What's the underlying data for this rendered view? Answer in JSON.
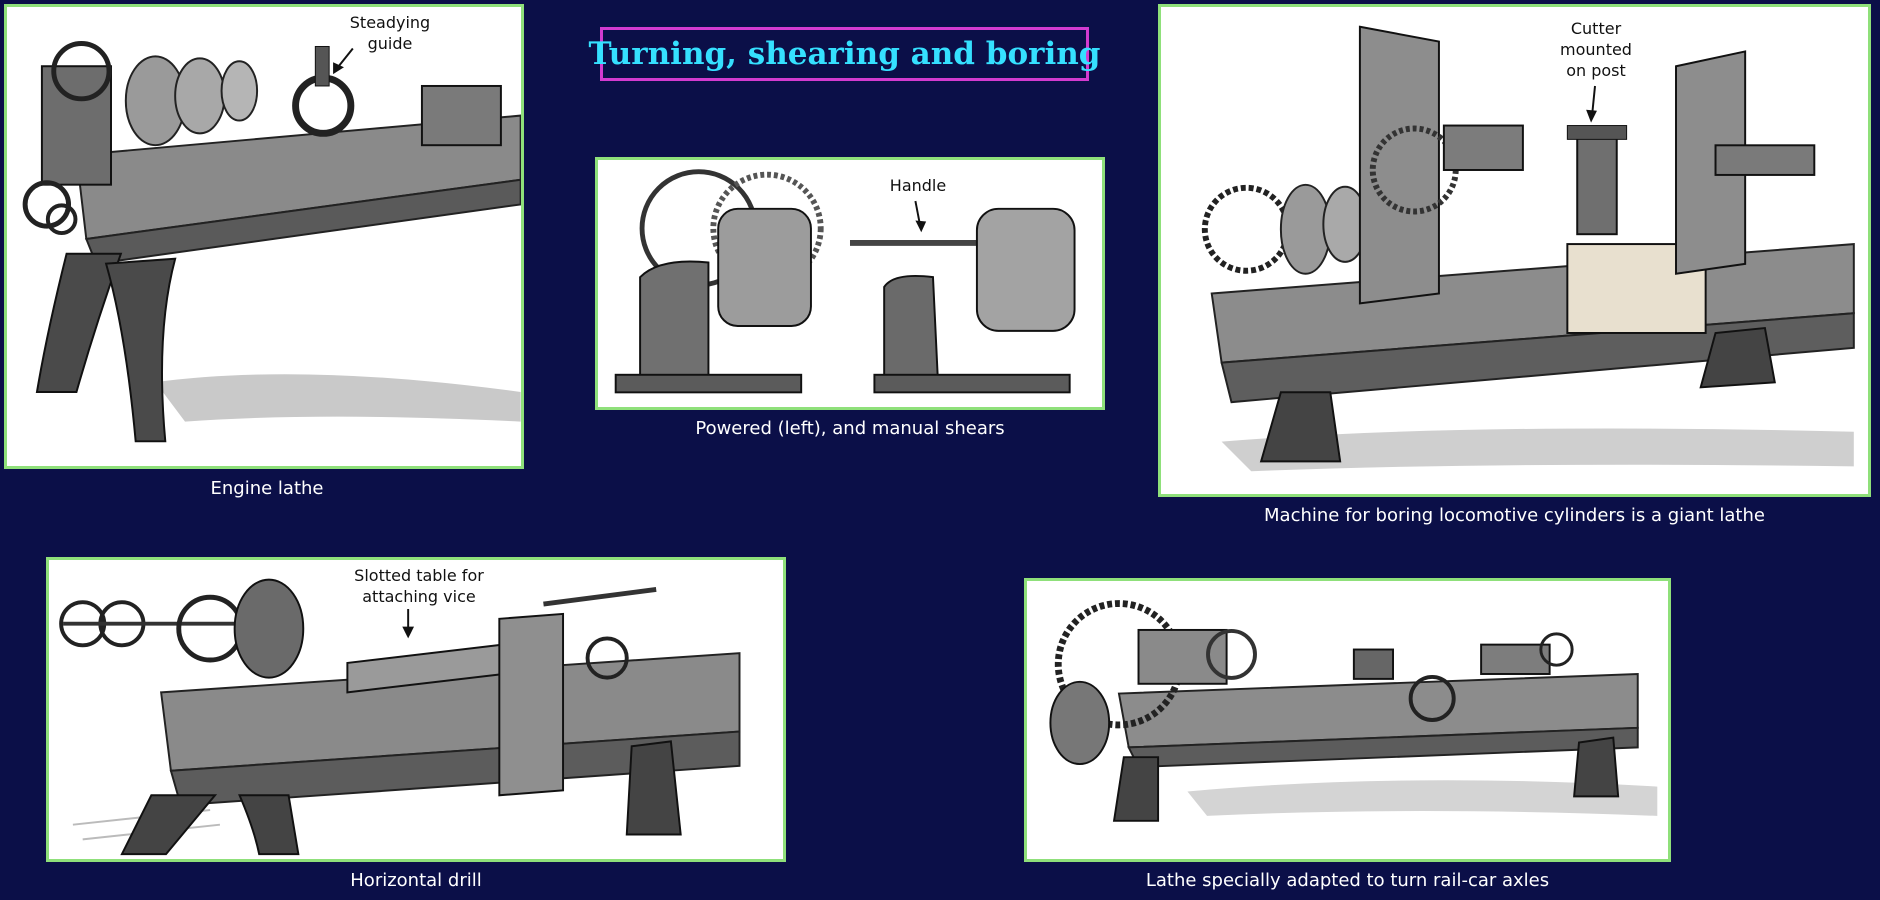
{
  "title": "Turning, shearing and boring",
  "colors": {
    "background": "#0b0f48",
    "title_text": "#35e0ff",
    "title_border": "#d33bd0",
    "panel_border": "#8fe07a",
    "caption_text": "#ffffff"
  },
  "panels": {
    "engine_lathe": {
      "caption": "Engine lathe",
      "annotation_line1": "Steadying",
      "annotation_line2": "guide"
    },
    "shears": {
      "caption": "Powered (left), and manual shears",
      "annotation": "Handle"
    },
    "boring_machine": {
      "caption": "Machine for boring locomotive cylinders is a giant lathe",
      "annotation_line1": "Cutter",
      "annotation_line2": "mounted",
      "annotation_line3": "on post"
    },
    "horizontal_drill": {
      "caption": "Horizontal drill",
      "annotation_line1": "Slotted table for",
      "annotation_line2": "attaching vice"
    },
    "axle_lathe": {
      "caption": "Lathe specially adapted to turn rail-car axles"
    }
  }
}
